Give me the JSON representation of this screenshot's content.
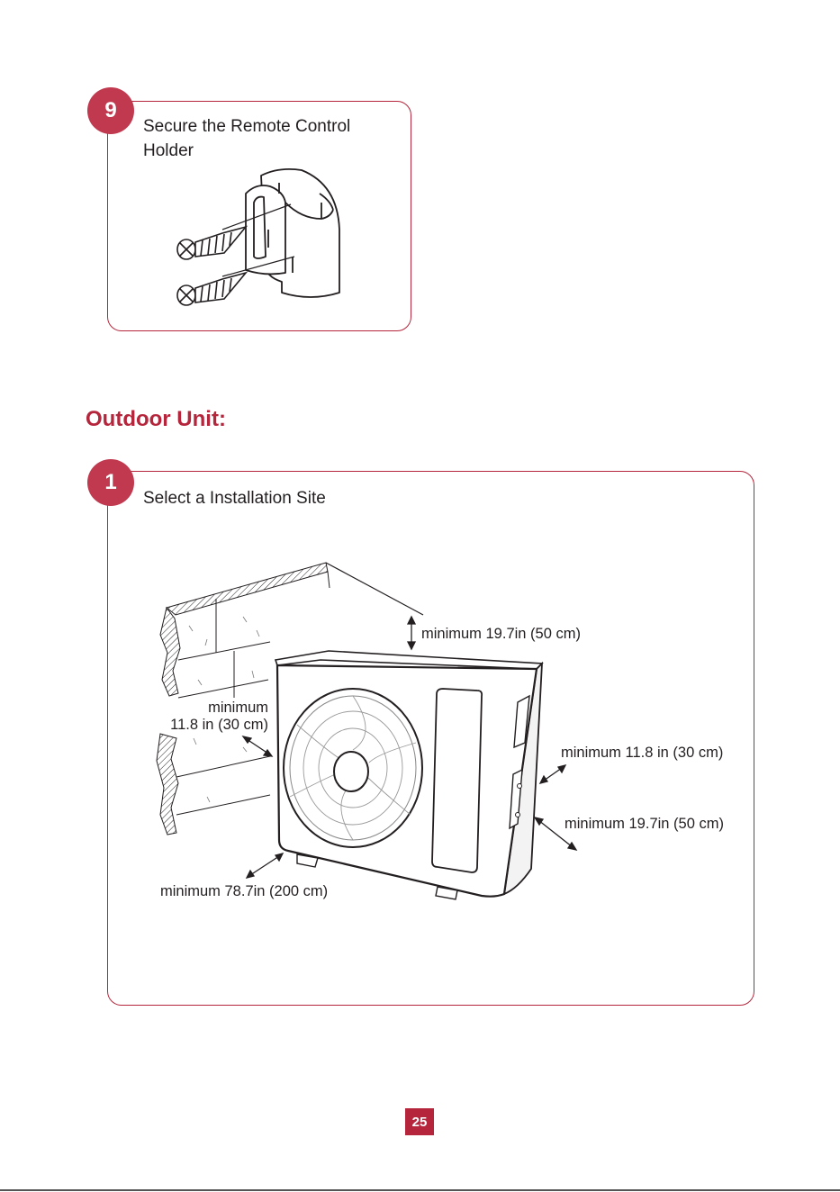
{
  "step9": {
    "number": "9",
    "title_line1": "Secure the Remote Control",
    "title_line2": "Holder"
  },
  "outdoor": {
    "heading": "Outdoor Unit:"
  },
  "step1": {
    "number": "1",
    "title": "Select a Installation Site",
    "clearances": {
      "top": "minimum 19.7in (50 cm)",
      "left_line1": "minimum",
      "left_line2": "11.8 in (30 cm)",
      "right_side": "minimum 11.8 in (30 cm)",
      "rear": "minimum 19.7in (50 cm)",
      "front": "minimum 78.7in (200 cm)"
    }
  },
  "page_number": "25",
  "colors": {
    "accent": "#b5263c",
    "badge": "#c0394f"
  }
}
